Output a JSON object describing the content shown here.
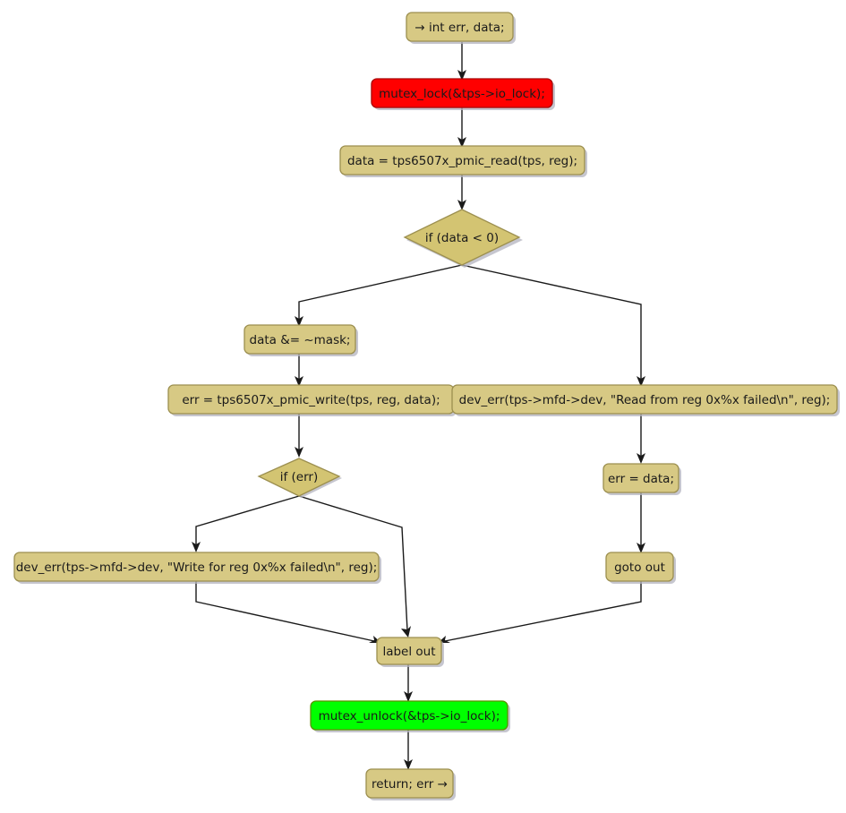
{
  "diagram": {
    "type": "control-flow-graph",
    "title": "tps6507x pmic register modify control flow",
    "background_color": "#ffffff",
    "palette": {
      "node_fill": "#d7c984",
      "node_border": "#9c8f4f",
      "decision_fill": "#d3c472",
      "lock_fill": "#ff0000",
      "lock_border": "#a80000",
      "unlock_fill": "#00ff00",
      "unlock_border": "#5c8f00",
      "edge": "#1a1a1a",
      "shadow": "#b3b3bf"
    },
    "nodes": [
      {
        "id": "start",
        "label": "→ int err, data;",
        "shape": "rounded-rect",
        "style": "khaki"
      },
      {
        "id": "lock",
        "label": "mutex_lock(&tps->io_lock);",
        "shape": "rounded-rect",
        "style": "red"
      },
      {
        "id": "read",
        "label": "data = tps6507x_pmic_read(tps, reg);",
        "shape": "rounded-rect",
        "style": "khaki"
      },
      {
        "id": "if_data",
        "label": "if (data < 0)",
        "shape": "diamond",
        "style": "decision"
      },
      {
        "id": "mask",
        "label": "data &= ~mask;",
        "shape": "rounded-rect",
        "style": "khaki"
      },
      {
        "id": "write",
        "label": "err = tps6507x_pmic_write(tps, reg, data);",
        "shape": "rounded-rect",
        "style": "khaki"
      },
      {
        "id": "read_err",
        "label": "dev_err(tps->mfd->dev, \"Read from reg 0x%x failed\\n\", reg);",
        "shape": "rounded-rect",
        "style": "khaki"
      },
      {
        "id": "if_err",
        "label": "if (err)",
        "shape": "diamond",
        "style": "decision"
      },
      {
        "id": "err_data",
        "label": "err = data;",
        "shape": "rounded-rect",
        "style": "khaki"
      },
      {
        "id": "write_err",
        "label": "dev_err(tps->mfd->dev, \"Write for reg 0x%x failed\\n\", reg);",
        "shape": "rounded-rect",
        "style": "khaki"
      },
      {
        "id": "goto_out",
        "label": "goto out",
        "shape": "rounded-rect",
        "style": "khaki"
      },
      {
        "id": "label_out",
        "label": "label out",
        "shape": "rounded-rect",
        "style": "khaki"
      },
      {
        "id": "unlock",
        "label": "mutex_unlock(&tps->io_lock);",
        "shape": "rounded-rect",
        "style": "green"
      },
      {
        "id": "return",
        "label": "return; err →",
        "shape": "rounded-rect",
        "style": "khaki"
      }
    ],
    "edges": [
      {
        "from": "start",
        "to": "lock"
      },
      {
        "from": "lock",
        "to": "read"
      },
      {
        "from": "read",
        "to": "if_data"
      },
      {
        "from": "if_data",
        "to": "mask"
      },
      {
        "from": "if_data",
        "to": "read_err"
      },
      {
        "from": "mask",
        "to": "write"
      },
      {
        "from": "write",
        "to": "if_err"
      },
      {
        "from": "read_err",
        "to": "err_data"
      },
      {
        "from": "err_data",
        "to": "goto_out"
      },
      {
        "from": "if_err",
        "to": "write_err"
      },
      {
        "from": "if_err",
        "to": "label_out"
      },
      {
        "from": "write_err",
        "to": "label_out"
      },
      {
        "from": "goto_out",
        "to": "label_out"
      },
      {
        "from": "label_out",
        "to": "unlock"
      },
      {
        "from": "unlock",
        "to": "return"
      }
    ]
  }
}
